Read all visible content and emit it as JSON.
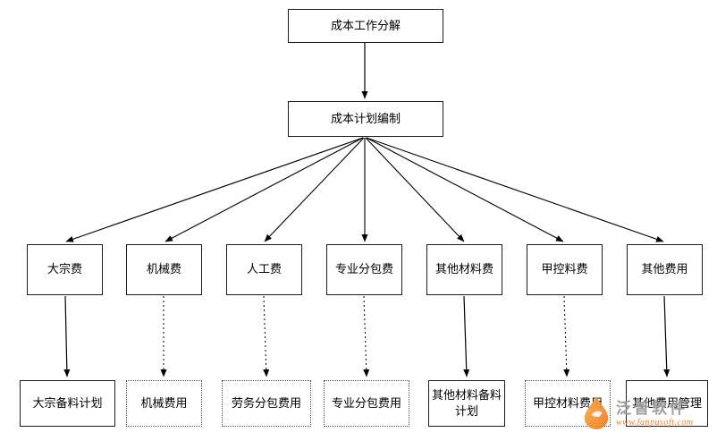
{
  "diagram": {
    "root": "成本工作分解",
    "plan": "成本计划编制",
    "categories": [
      {
        "label": "大宗费"
      },
      {
        "label": "机械费"
      },
      {
        "label": "人工费"
      },
      {
        "label": "专业分包费"
      },
      {
        "label": "其他材料费"
      },
      {
        "label": "甲控料费"
      },
      {
        "label": "其他费用"
      }
    ],
    "outputs": [
      {
        "label": "大宗备料计划",
        "link": "solid"
      },
      {
        "label": "机械费用",
        "link": "dotted"
      },
      {
        "label": "劳务分包费用",
        "link": "dotted"
      },
      {
        "label": "专业分包费用",
        "link": "dotted"
      },
      {
        "label": "其他材料备料计划",
        "link": "solid"
      },
      {
        "label": "甲控材料费用",
        "link": "dotted"
      },
      {
        "label": "其他费用管理",
        "link": "solid"
      }
    ]
  },
  "watermark": {
    "brand": "泛普软件",
    "url": "www.fanpusoft.com",
    "accent_color": "#e87722"
  }
}
